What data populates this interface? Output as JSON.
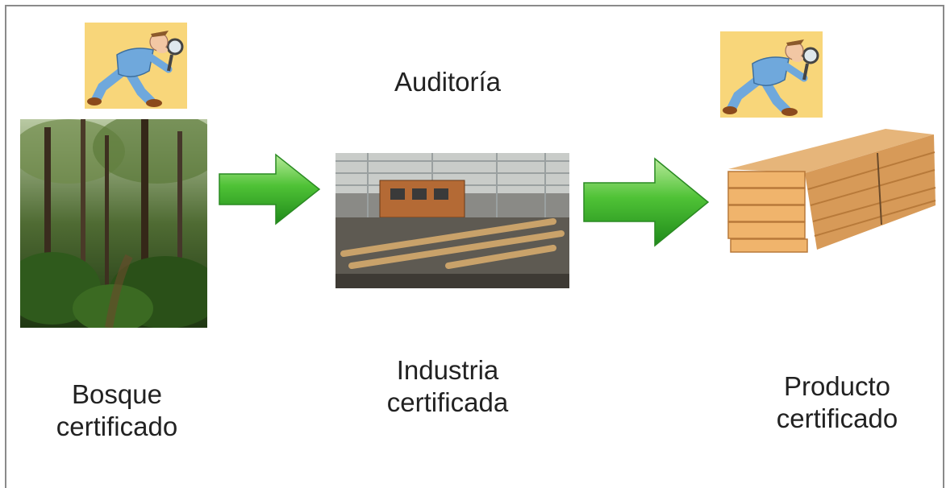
{
  "diagram": {
    "audit_label": "Auditoría",
    "stages": [
      {
        "label_line1": "Bosque",
        "label_line2": "certificado"
      },
      {
        "label_line1": "Industria",
        "label_line2": "certificada"
      },
      {
        "label_line1": "Producto",
        "label_line2": "certificado"
      }
    ],
    "colors": {
      "arrow": "#3fae2a",
      "auditor_bg": "#f8d67a",
      "frame": "#8a8a8a"
    },
    "icons": [
      "auditor-icon",
      "forest-image",
      "sawmill-image",
      "lumber-image",
      "arrow-right-icon"
    ]
  }
}
